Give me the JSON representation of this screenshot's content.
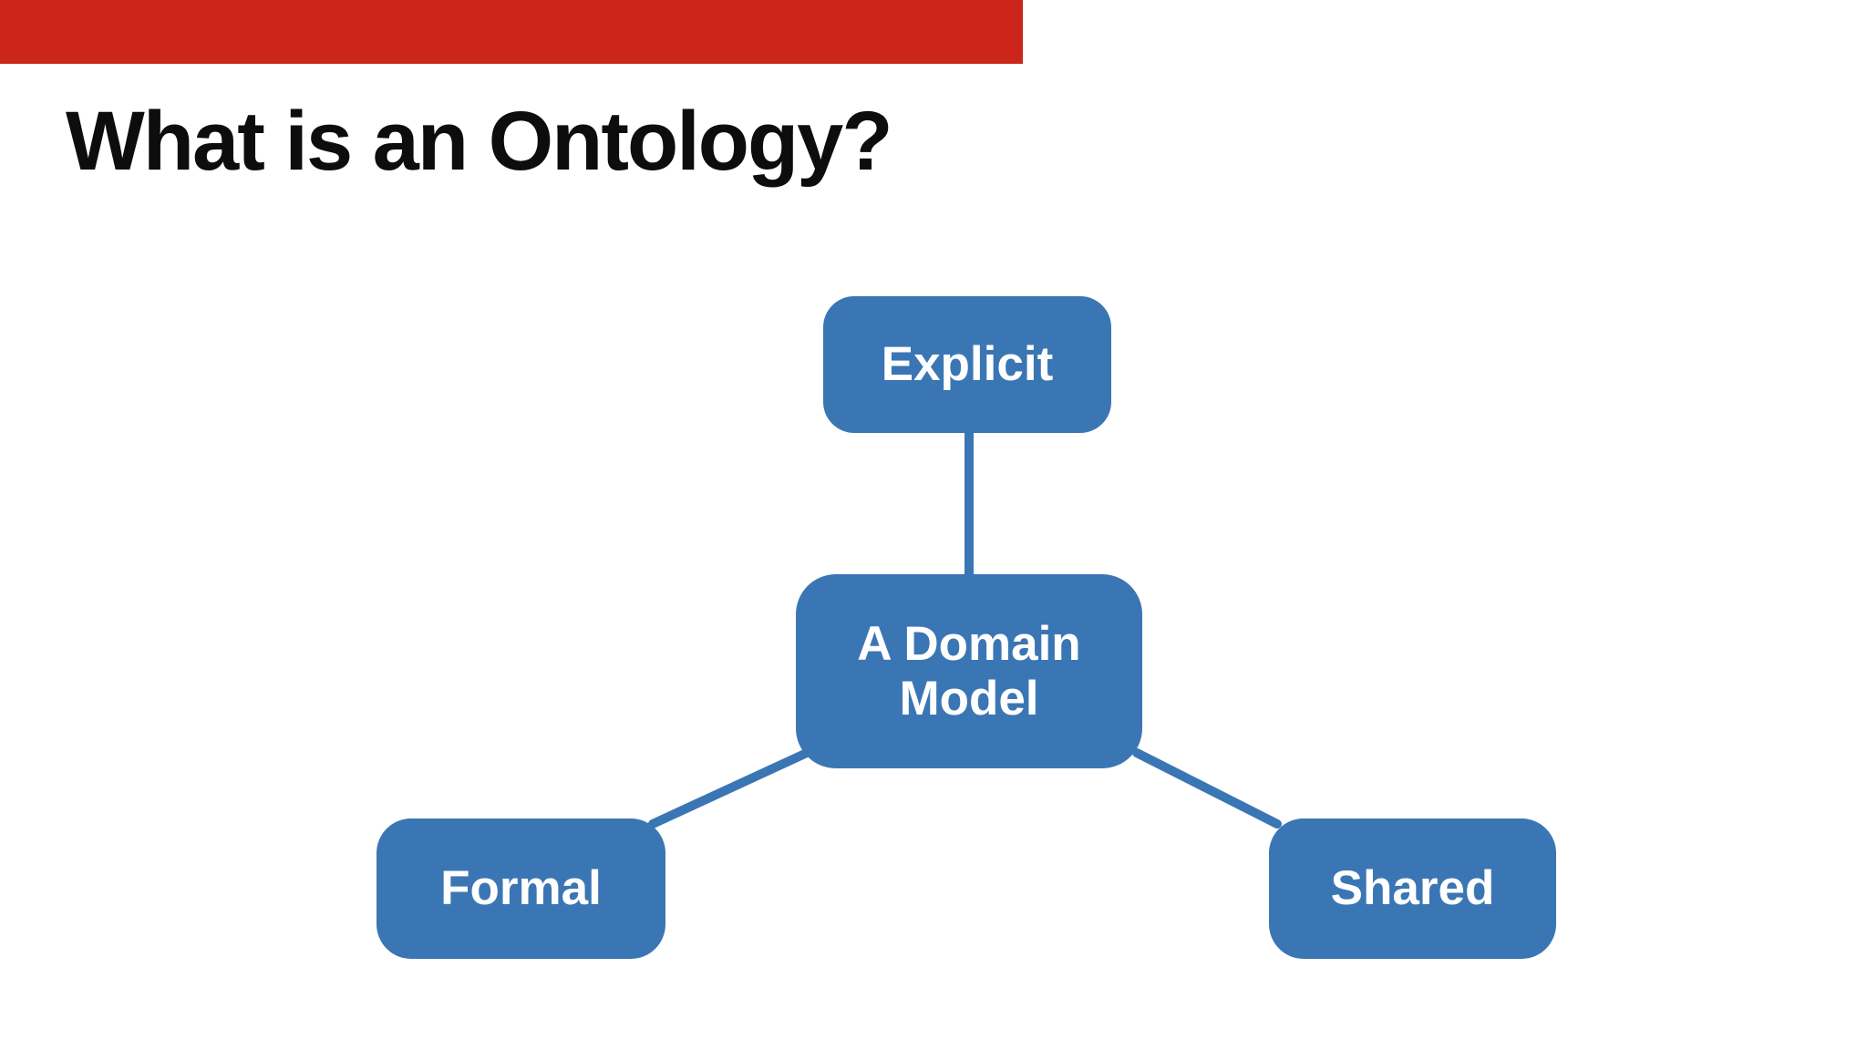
{
  "slide": {
    "title": "What is an Ontology?"
  },
  "colors": {
    "background": "#ffffff",
    "top_bar_red": "#cc261b",
    "title_text": "#0d0d0d",
    "accent_blue": "#3b76b4",
    "node_text": "#ffffff"
  },
  "diagram": {
    "center_node": {
      "label": "A Domain Model"
    },
    "satellite_nodes": [
      {
        "label": "Explicit",
        "position": "top"
      },
      {
        "label": "Formal",
        "position": "bottom-left"
      },
      {
        "label": "Shared",
        "position": "bottom-right"
      }
    ]
  }
}
